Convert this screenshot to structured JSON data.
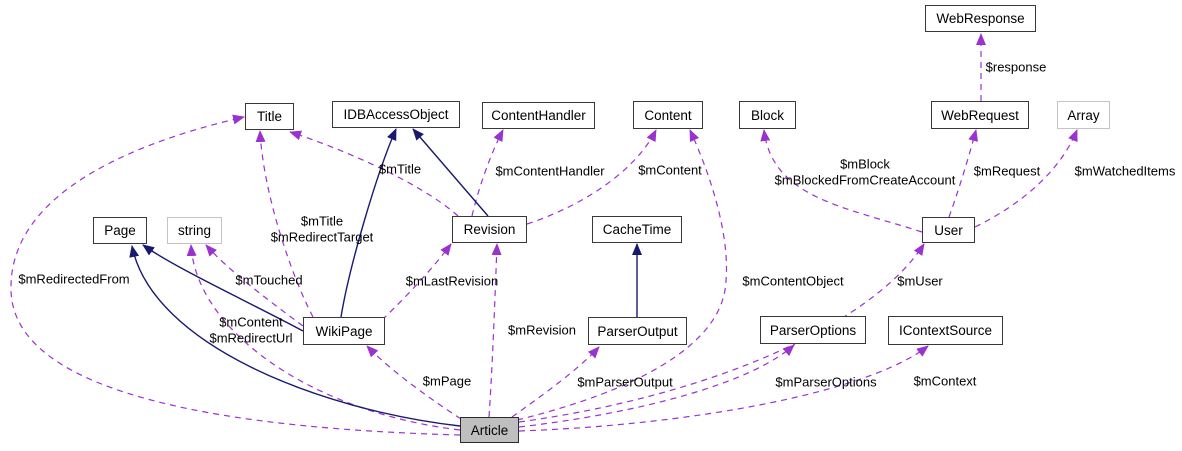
{
  "diagram": {
    "type": "uml-collaboration-graph",
    "colors": {
      "dependency_edge": "#9a32cd",
      "inheritance_edge": "#191970",
      "node_border": "#383838",
      "muted_node_border": "#c4c4c4",
      "focus_node_fill": "#bfbfbf",
      "background": "#ffffff"
    },
    "nodes": {
      "webresponse": "WebResponse",
      "title": "Title",
      "idbaccessobject": "IDBAccessObject",
      "contenthandler": "ContentHandler",
      "content": "Content",
      "block": "Block",
      "webrequest": "WebRequest",
      "array": "Array",
      "page": "Page",
      "string": "string",
      "revision": "Revision",
      "cachetime": "CacheTime",
      "user": "User",
      "wikipage": "WikiPage",
      "parseroutput": "ParserOutput",
      "parseroptions": "ParserOptions",
      "icontextsource": "IContextSource",
      "article": "Article"
    },
    "edge_labels": {
      "response": "$response",
      "mtitle_rev": "$mTitle",
      "mcontenthandler": "$mContentHandler",
      "mcontent_rev": "$mContent",
      "mblock": "$mBlock",
      "mblockedfromcreateaccount": "$mBlockedFromCreateAccount",
      "mrequest": "$mRequest",
      "mwatcheditems": "$mWatchedItems",
      "mtitle_wp": "$mTitle",
      "mredirecttarget": "$mRedirectTarget",
      "mredirectedfrom": "$mRedirectedFrom",
      "mtouched": "$mTouched",
      "mcontent_article": "$mContent",
      "mredirecturl": "$mRedirectUrl",
      "mlastrevision": "$mLastRevision",
      "mrevision": "$mRevision",
      "mcontentobject": "$mContentObject",
      "muser": "$mUser",
      "mpage": "$mPage",
      "mparseroutput": "$mParserOutput",
      "mparseroptions": "$mParserOptions",
      "mcontext": "$mContext"
    },
    "relationships": [
      {
        "from": "WebRequest",
        "to": "WebResponse",
        "type": "dependency",
        "label_keys": [
          "response"
        ]
      },
      {
        "from": "Revision",
        "to": "Title",
        "type": "dependency",
        "label_keys": [
          "mtitle_rev"
        ]
      },
      {
        "from": "Revision",
        "to": "ContentHandler",
        "type": "dependency",
        "label_keys": [
          "mcontenthandler"
        ]
      },
      {
        "from": "Revision",
        "to": "Content",
        "type": "dependency",
        "label_keys": [
          "mcontent_rev"
        ]
      },
      {
        "from": "Revision",
        "to": "IDBAccessObject",
        "type": "inheritance",
        "label_keys": []
      },
      {
        "from": "User",
        "to": "Block",
        "type": "dependency",
        "label_keys": [
          "mblock",
          "mblockedfromcreateaccount"
        ]
      },
      {
        "from": "User",
        "to": "WebRequest",
        "type": "dependency",
        "label_keys": [
          "mrequest"
        ]
      },
      {
        "from": "User",
        "to": "Array",
        "type": "dependency",
        "label_keys": [
          "mwatcheditems"
        ]
      },
      {
        "from": "WikiPage",
        "to": "Title",
        "type": "dependency",
        "label_keys": [
          "mtitle_wp",
          "mredirecttarget"
        ]
      },
      {
        "from": "WikiPage",
        "to": "string",
        "type": "dependency",
        "label_keys": [
          "mtouched"
        ]
      },
      {
        "from": "WikiPage",
        "to": "Revision",
        "type": "dependency",
        "label_keys": [
          "mlastrevision"
        ]
      },
      {
        "from": "WikiPage",
        "to": "IDBAccessObject",
        "type": "inheritance",
        "label_keys": []
      },
      {
        "from": "WikiPage",
        "to": "Page",
        "type": "inheritance",
        "label_keys": []
      },
      {
        "from": "ParserOutput",
        "to": "CacheTime",
        "type": "inheritance",
        "label_keys": []
      },
      {
        "from": "Article",
        "to": "Page",
        "type": "inheritance",
        "label_keys": []
      },
      {
        "from": "Article",
        "to": "Title",
        "type": "dependency",
        "label_keys": [
          "mredirectedfrom"
        ]
      },
      {
        "from": "Article",
        "to": "string",
        "type": "dependency",
        "label_keys": [
          "mcontent_article",
          "mredirecturl"
        ]
      },
      {
        "from": "Article",
        "to": "WikiPage",
        "type": "dependency",
        "label_keys": [
          "mpage"
        ]
      },
      {
        "from": "Article",
        "to": "Revision",
        "type": "dependency",
        "label_keys": [
          "mrevision"
        ]
      },
      {
        "from": "Article",
        "to": "Content",
        "type": "dependency",
        "label_keys": [
          "mcontentobject"
        ]
      },
      {
        "from": "Article",
        "to": "ParserOutput",
        "type": "dependency",
        "label_keys": [
          "mparseroutput"
        ]
      },
      {
        "from": "Article",
        "to": "ParserOptions",
        "type": "dependency",
        "label_keys": [
          "mparseroptions"
        ]
      },
      {
        "from": "Article",
        "to": "IContextSource",
        "type": "dependency",
        "label_keys": [
          "mcontext"
        ]
      },
      {
        "from": "Article",
        "to": "User",
        "type": "dependency",
        "label_keys": [
          "muser"
        ]
      }
    ]
  }
}
